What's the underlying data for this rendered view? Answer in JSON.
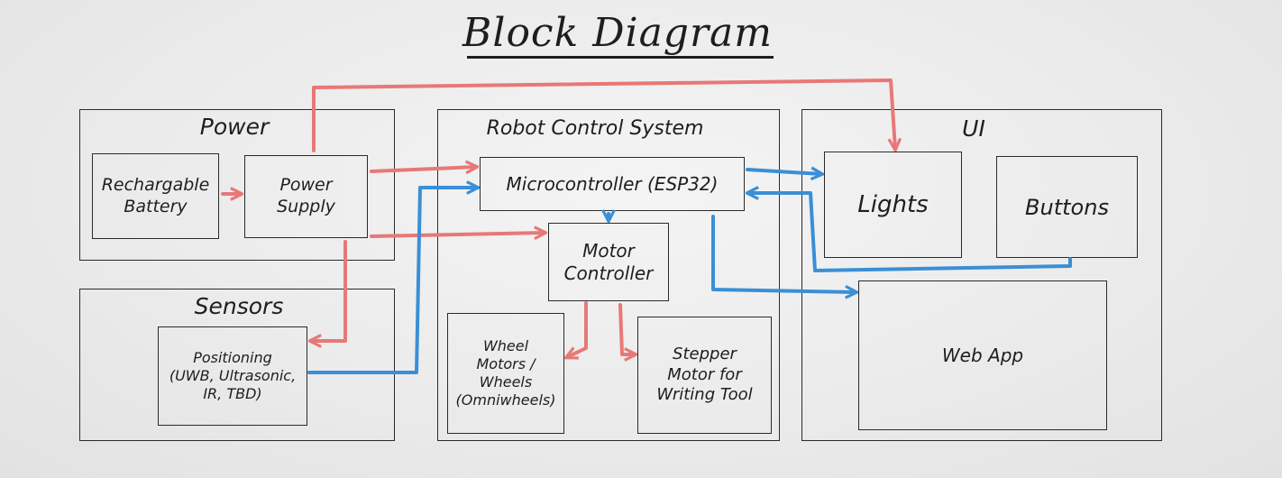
{
  "title": "Block Diagram",
  "groups": {
    "power": "Power",
    "sensors": "Sensors",
    "robot_control": "Robot Control System",
    "ui": "UI"
  },
  "nodes": {
    "battery": "Rechargable\nBattery",
    "power_supply": "Power\nSupply",
    "positioning": "Positioning\n(UWB, Ultrasonic,\nIR, TBD)",
    "microcontroller": "Microcontroller (ESP32)",
    "motor_controller": "Motor\nController",
    "wheel_motors": "Wheel\nMotors /\nWheels\n(Omniwheels)",
    "stepper_motor": "Stepper\nMotor for\nWriting Tool",
    "lights": "Lights",
    "buttons": "Buttons",
    "web_app": "Web App"
  },
  "colors": {
    "power_line": "#e87878",
    "data_line": "#3a8fd6",
    "ink": "#1e1e1e"
  }
}
